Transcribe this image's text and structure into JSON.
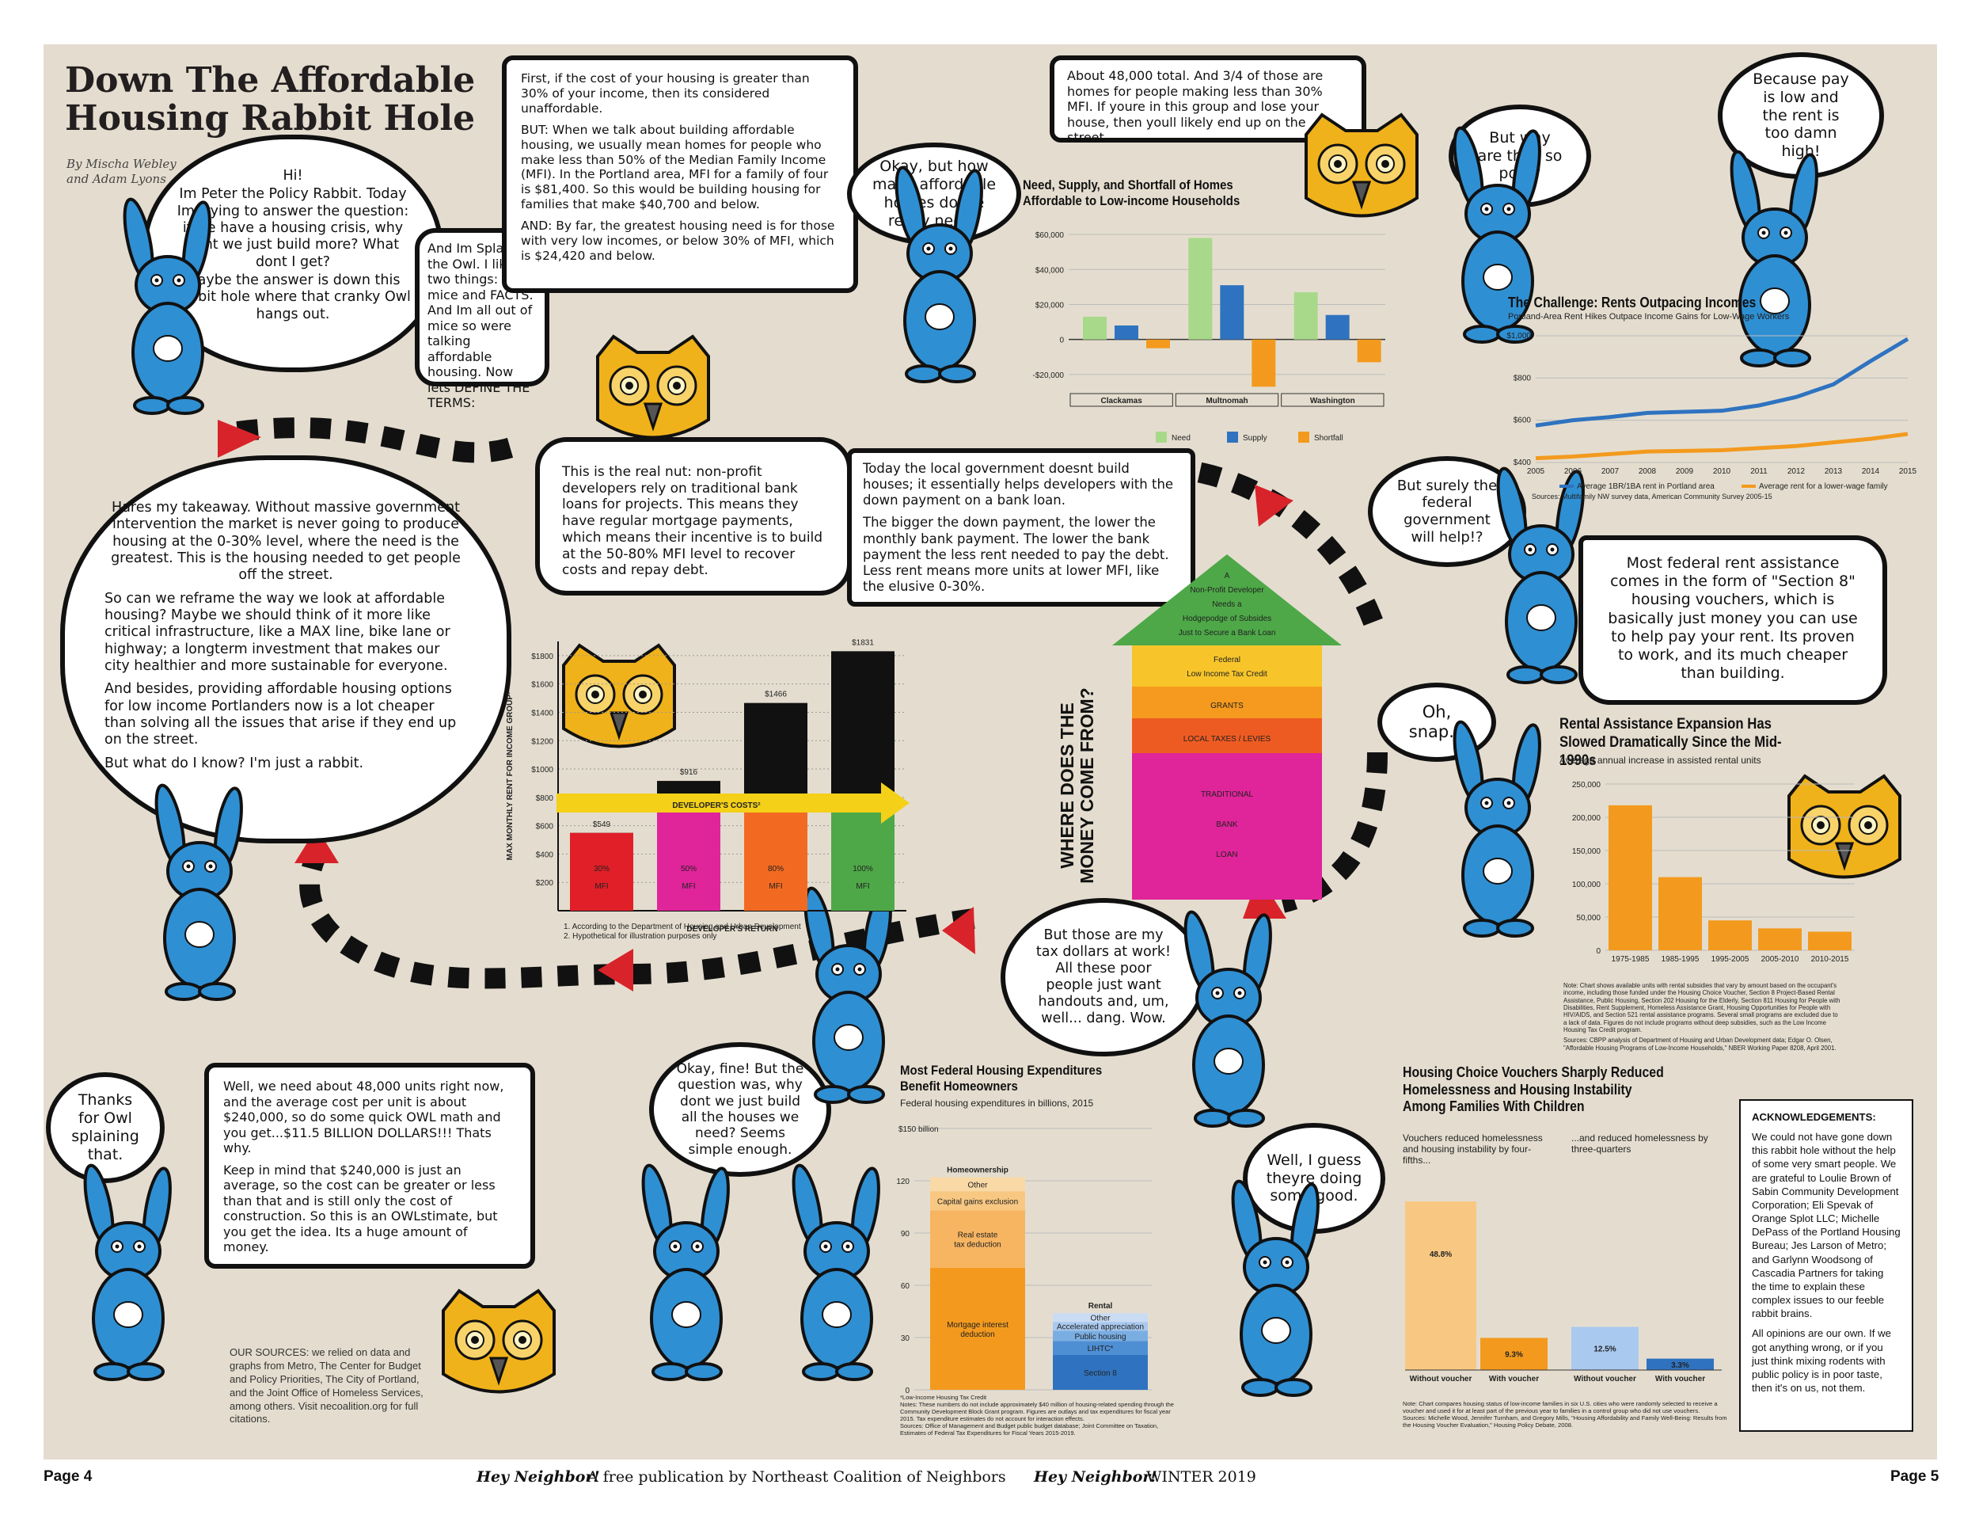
{
  "title": {
    "line1": "Down The Affordable",
    "line2": "Housing Rabbit Hole",
    "byline1": "By Mischa Webley",
    "byline2": "and Adam Lyons"
  },
  "bubbles": {
    "peter": [
      "Hi!",
      "Im Peter the Policy Rabbit. Today Im trying to answer the question: if we have a housing crisis, why dont we just build more? What dont I get?",
      "Maybe the answer is down this rabbit hole where that cranky Owl hangs out."
    ],
    "splaining": "And Im Splaining the Owl. I like two things: field mice and FACTS. And Im all out of mice so were talking affordable housing. Now lets DEFINE THE TERMS:",
    "terms": [
      "First, if the cost of your housing is greater than 30% of your income, then its considered unaffordable.",
      "BUT: When we talk about building affordable housing, we usually mean homes for people who make less than 50% of the Median Family Income (MFI). In the Portland area, MFI for a family of four is $81,400. So this would be building housing for families that make $40,700 and below.",
      "AND: By far, the greatest housing need is for those with very low incomes, or below 30% of MFI, which is $24,420 and below."
    ],
    "howMany": "Okay, but how many affordable homes do we really need?",
    "total": "About 48,000 total. And 3/4 of those are homes for people making less than 30% MFI. If youre in this group and lose your house, then youll likely end up on the street.",
    "whyPoor": "But why are they so poor?",
    "because": "Because pay is low and the rent is too damn high!",
    "takeaway": [
      "Hares my takeaway. Without massive government intervention the market is never going to produce housing at the 0-30% level, where the need is the greatest. This is the housing needed to get people off the street.",
      "So can we reframe the way we look at affordable housing? Maybe we should think of it more like critical infrastructure, like a MAX line, bike lane or highway; a longterm investment that makes our city healthier and more sustainable for everyone.",
      "And besides, providing affordable housing options for low income Portlanders now is a lot cheaper than solving all the issues that arise if they end up on the street.",
      "But what do I know? I'm just a rabbit."
    ],
    "realNut": "This is the real nut: non-profit developers rely on traditional bank loans for projects. This means they have regular mortgage payments, which means their incentive is to build at the 50-80% MFI level to recover costs and repay debt.",
    "localGov": [
      "Today the local government doesnt build houses; it essentially helps developers with the down payment on a bank loan.",
      "The bigger the down payment, the lower the monthly bank payment. The lower the bank payment the less rent needed to pay the debt. Less rent means more units at lower MFI, like the elusive 0-30%."
    ],
    "federal": "But surely the federal government will help!?",
    "section8": "Most federal rent assistance comes in the form of \"Section 8\" housing vouchers, which is basically just money you can use to help pay your rent. Its proven to work, and its much cheaper than building.",
    "snap": "Oh, snap...",
    "taxDollars": "But those are my tax dollars at work! All these poor people just want handouts and, um, well... dang. Wow.",
    "thanks": "Thanks for Owl splaining that.",
    "units": [
      "Well, we need about 48,000 units right now, and the average cost per unit is about $240,000, so do some quick OWL math and you get...$11.5 BILLION DOLLARS!!! Thats why.",
      "Keep in mind that $240,000 is just an average, so the cost can be greater or less than that and is still only the cost of construction. So this is an OWLstimate, but you get the idea. Its a huge amount of money."
    ],
    "okayFine": "Okay, fine! But the question was, why dont we just build all the houses we need? Seems simple enough.",
    "guess": "Well, I guess theyre doing some good."
  },
  "sources": "OUR SOURCES: we relied on data and graphs from Metro, The Center for Budget and Policy Priorities, The City of Portland, and the Joint Office of Homeless Services, among others. Visit necoalition.org for full citations.",
  "acknowledgements": {
    "heading": "ACKNOWLEDGEMENTS:",
    "body": "We could not have gone down this rabbit hole without the help of some very smart people. We are grateful to Loulie Brown of Sabin Community Development Corporation; Eli Spevak of Orange Splot LLC; Michelle DePass of the Portland Housing Bureau; Jes Larson of Metro; and Garlynn Woodsong of Cascadia Partners for taking the time to explain these complex issues to our feeble rabbit brains.",
    "opinions": "All opinions are our own. If we got anything wrong, or if you just think mixing rodents with public policy is in poor taste, then it's on us, not them."
  },
  "footer": {
    "left": "Page 4",
    "pub": "Hey Neighbor!",
    "pubDesc": "A free publication by Northeast Coalition of Neighbors",
    "pub2": "Hey Neighbor!",
    "issue": "WINTER 2019",
    "right": "Page 5"
  },
  "colors": {
    "rabbit": "#2f8fd3",
    "owl": "#f0b21a",
    "arrow": "#d8232a",
    "paper": "#e4ddcf"
  },
  "need": {
    "title": "Need, Supply, and Shortfall of Homes",
    "subtitle": "Affordable to Low-income Households",
    "yticks": [
      "$60,000",
      "$40,000",
      "$20,000",
      "0",
      "-$20,000"
    ],
    "chart_data": {
      "type": "bar",
      "categories": [
        "Clackamas",
        "Multnomah",
        "Washington"
      ],
      "series": [
        {
          "name": "Need",
          "color": "#a8d98a",
          "values": [
            13000,
            58000,
            27000
          ]
        },
        {
          "name": "Supply",
          "color": "#2f73c0",
          "values": [
            8000,
            31000,
            14000
          ]
        },
        {
          "name": "Shortfall",
          "color": "#f39a1e",
          "values": [
            -5000,
            -27000,
            -13000
          ]
        }
      ],
      "ylim": [
        -30000,
        65000
      ]
    }
  },
  "rents": {
    "title": "The Challenge: Rents Outpacing Incomes",
    "subtitle": "Portland-Area Rent Hikes Outpace Income Gains for Low-Wage Workers",
    "yticks": [
      "$1,000",
      "$800",
      "$600",
      "$400"
    ],
    "legend1": "Average 1BR/1BA rent in Portland area",
    "legend2": "Average rent for a lower-wage family",
    "source": "Sources: Multifamily NW survey data, American Community Survey 2005-15",
    "chart_data": {
      "type": "line",
      "x": [
        "2005",
        "2006",
        "2007",
        "2008",
        "2009",
        "2010",
        "2011",
        "2012",
        "2013",
        "2014",
        "2015"
      ],
      "series": [
        {
          "name": "Average 1BR/1BA rent in Portland area",
          "color": "#2f73c0",
          "values": [
            575,
            600,
            615,
            635,
            640,
            645,
            670,
            710,
            770,
            880,
            985
          ]
        },
        {
          "name": "Average rent for a lower-wage family",
          "color": "#f39a1e",
          "values": [
            420,
            428,
            440,
            452,
            455,
            458,
            468,
            478,
            495,
            512,
            535
          ]
        }
      ],
      "ylim": [
        400,
        1000
      ]
    }
  },
  "dev": {
    "yaxis": "MAX MONTHLY RENT FOR INCOME GROUP¹",
    "xaxis": "DEVELOPER'S RETURN",
    "costs": "DEVELOPER'S COSTS²",
    "yticks": [
      "$1800",
      "$1600",
      "$1400",
      "$1200",
      "$1000",
      "$800",
      "$600",
      "$400",
      "$200"
    ],
    "notes": [
      "1. According to the Department of Housing and Urban Development",
      "2. Hypothetical for illustration purposes only"
    ],
    "chart_data": {
      "type": "bar",
      "categories": [
        "30% MFI",
        "50% MFI",
        "80% MFI",
        "100% MFI"
      ],
      "values": [
        549,
        916,
        1466,
        1831
      ],
      "value_labels": [
        "$549",
        "$916",
        "$1466",
        "$1831"
      ],
      "color_labels": [
        "#e01f28",
        "#e0249a",
        "#f26a22",
        "#4ea848"
      ],
      "ylim": [
        0,
        1900
      ]
    }
  },
  "money": {
    "vertical": "WHERE DOES THE MONEY COME FROM?",
    "top": "A Non-Profit Developer Needs a Hodgepodge of Subsides Just to Secure a Bank Loan",
    "layers": [
      {
        "label": "Federal Low Income Tax Credit",
        "color": "#f7c52a"
      },
      {
        "label": "GRANTS",
        "color": "#f59a1e"
      },
      {
        "label": "LOCAL TAXES / LEVIES",
        "color": "#ee5b22"
      },
      {
        "label": "TRADITIONAL BANK LOAN",
        "color": "#e0249a"
      }
    ]
  },
  "assist": {
    "title": "Rental Assistance Expansion Has Slowed Dramatically Since the Mid-1990s",
    "subtitle": "Average annual increase in assisted rental units",
    "yticks": [
      "250,000",
      "200,000",
      "150,000",
      "100,000",
      "50,000",
      "0"
    ],
    "note": "Note: Chart shows available units with rental subsidies that vary by amount based on the occupant's income, including those funded under the Housing Choice Voucher, Section 8 Project-Based Rental Assistance, Public Housing, Section 202 Housing for the Elderly, Section 811 Housing for People with Disabilities, Rent Supplement, Homeless Assistance Grant, Housing Opportunities for People with HIV/AIDS, and Section 521 rental assistance programs. Several small programs are excluded due to a lack of data. Figures do not include programs without deep subsidies, such as the Low Income Housing Tax Credit program.",
    "source": "Sources: CBPP analysis of Department of Housing and Urban Development data; Edgar O. Olsen, \"Affordable Housing Programs of Low-Income Households,\" NBER Working Paper 8208, April 2001.",
    "chart_data": {
      "type": "bar",
      "categories": [
        "1975-1985",
        "1985-1995",
        "1995-2005",
        "2005-2010",
        "2010-2015"
      ],
      "values": [
        218000,
        110000,
        45000,
        33000,
        28000
      ],
      "color": "#f39a1e",
      "ylim": [
        0,
        250000
      ]
    }
  },
  "fedexp": {
    "title": "Most Federal Housing Expenditures Benefit Homeowners",
    "subtitle": "Federal housing expenditures in billions, 2015",
    "yticks": [
      "$150 billion",
      "120",
      "90",
      "60",
      "30",
      "0"
    ],
    "group1": "Homeownership",
    "group2": "Rental",
    "footnote": "*Low-Income Housing Tax Credit",
    "note": "Notes: These numbers do not include approximately $40 million of housing-related spending through the Community Development Block Grant program. Figures are outlays and tax expenditures for fiscal year 2015. Tax expenditure estimates do not account for interaction effects.",
    "source": "Sources: Office of Management and Budget public budget database; Joint Committee on Taxation, Estimates of Federal Tax Expenditures for Fiscal Years 2015-2019.",
    "chart_data": {
      "type": "bar",
      "stacked": true,
      "categories": [
        "Homeownership",
        "Rental"
      ],
      "series": [
        {
          "name": "Homeownership",
          "segments": [
            {
              "label": "Mortgage interest deduction",
              "value": 70,
              "color": "#f39a1e"
            },
            {
              "label": "Real estate tax deduction",
              "value": 33,
              "color": "#f7b562"
            },
            {
              "label": "Capital gains exclusion",
              "value": 11,
              "color": "#f8c882"
            },
            {
              "label": "Other",
              "value": 8,
              "color": "#f9d9a6"
            }
          ]
        },
        {
          "name": "Rental",
          "segments": [
            {
              "label": "Section 8",
              "value": 20,
              "color": "#2f73c0"
            },
            {
              "label": "LIHTC*",
              "value": 8,
              "color": "#4e8ed3"
            },
            {
              "label": "Public housing",
              "value": 6,
              "color": "#7aaee3"
            },
            {
              "label": "Accelerated appreciation",
              "value": 5,
              "color": "#a9c9ef"
            },
            {
              "label": "Other",
              "value": 5,
              "color": "#cadcf4"
            }
          ]
        }
      ],
      "ylim": [
        0,
        150
      ]
    }
  },
  "vouch": {
    "title": "Housing Choice Vouchers Sharply Reduced Homelessness and Housing Instability Among Families With Children",
    "lead1": "Vouchers reduced homelessness and housing instability by four-fifths...",
    "lead2": "...and reduced homelessness by three-quarters",
    "note": "Note: Chart compares housing status of low-income families in six U.S. cities who were randomly selected to receive a voucher and used it for at least part of the previous year to families in a control group who did not use vouchers.",
    "source": "Sources: Michelle Wood, Jennifer Turnham, and Gregory Mills, \"Housing Affordability and Family Well-Being: Results from the Housing Voucher Evaluation,\" Housing Policy Debate, 2008.",
    "chart_data": {
      "type": "bar",
      "categories": [
        "Without voucher",
        "With voucher",
        "Without voucher",
        "With voucher"
      ],
      "values": [
        48.8,
        9.3,
        12.5,
        3.3
      ],
      "labels": [
        "48.8%",
        "9.3%",
        "12.5%",
        "3.3%"
      ],
      "colors": [
        "#f8c882",
        "#f39a1e",
        "#a9c9ef",
        "#2f73c0"
      ],
      "ylim": [
        0,
        55
      ]
    }
  }
}
